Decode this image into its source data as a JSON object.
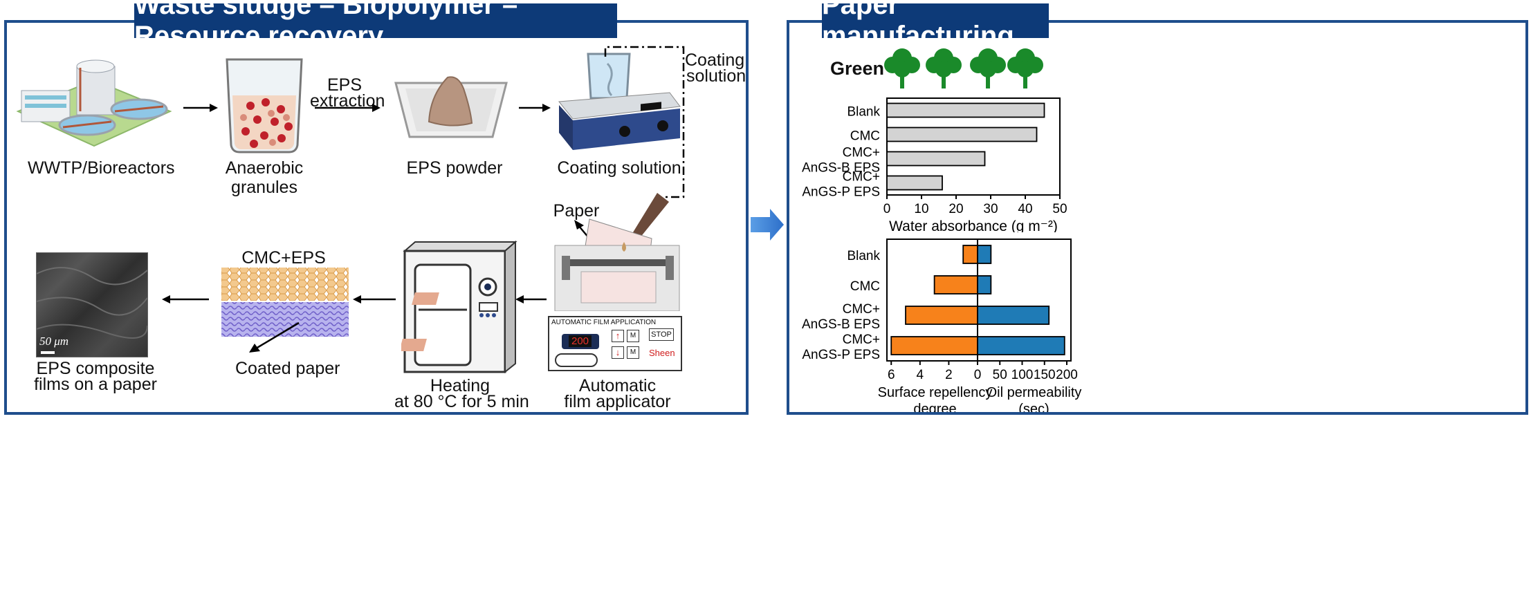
{
  "left_panel": {
    "title": "Waste sludge – Biopolymer – Resource recovery",
    "steps": {
      "wwtp": "WWTP/Bioreactors",
      "granules_line1": "Anaerobic",
      "granules_line2": "granules",
      "extraction_line1": "EPS",
      "extraction_line2": "extraction",
      "powder": "EPS powder",
      "coating": "Coating solution",
      "coating_side_line1": "Coating",
      "coating_side_line2": "solution",
      "paper": "Paper",
      "applicator_line1": "Automatic",
      "applicator_line2": "film applicator",
      "heating_line1": "Heating",
      "heating_line2": "at 80 °C for 5 min",
      "cmc_eps": "CMC+EPS",
      "coated_paper": "Coated paper",
      "films_line1": "EPS composite",
      "films_line2": "films on a paper",
      "scale_bar": "50 μm"
    },
    "device": {
      "panel_title": "AUTOMATIC FILM APPLICATION",
      "display_value": "200",
      "stop_label": "STOP",
      "brand": "Sheen",
      "m_label": "M"
    }
  },
  "right_panel": {
    "title": "Paper manufacturing",
    "green_label": "Green"
  },
  "chart_data": [
    {
      "type": "bar",
      "orientation": "horizontal",
      "categories": [
        "Blank",
        "CMC",
        "CMC+ AnGS-B EPS",
        "CMC+ AnGS-P EPS"
      ],
      "category_lines": [
        [
          "Blank"
        ],
        [
          "CMC"
        ],
        [
          "CMC+",
          "AnGS-B EPS"
        ],
        [
          "CMC+",
          "AnGS-P EPS"
        ]
      ],
      "values": [
        45.5,
        43.3,
        28.3,
        16.0
      ],
      "xlabel": "Water absorbance (g m⁻²)",
      "xlim": [
        0,
        50
      ],
      "xticks": [
        0,
        10,
        20,
        30,
        40,
        50
      ],
      "bar_color": "#d3d3d3",
      "grid": false
    },
    {
      "type": "bar",
      "orientation": "horizontal-diverging",
      "categories": [
        "Blank",
        "CMC",
        "CMC+ AnGS-B EPS",
        "CMC+ AnGS-P EPS"
      ],
      "category_lines": [
        [
          "Blank"
        ],
        [
          "CMC"
        ],
        [
          "CMC+",
          "AnGS-B EPS"
        ],
        [
          "CMC+",
          "AnGS-P EPS"
        ]
      ],
      "series": [
        {
          "values": [
            1,
            3,
            5,
            6
          ],
          "color": "#f7821b"
        },
        {
          "values": [
            30,
            30,
            160,
            195
          ],
          "color": "#1f7bb6"
        }
      ],
      "left_axis": {
        "label_line1": "Surface repellency",
        "label_line2": "degree",
        "xlim": [
          0,
          6.3
        ],
        "xticks": [
          6,
          4,
          2,
          0
        ]
      },
      "right_axis": {
        "label_line1": "Oil permeability",
        "label_line2": "(sec)",
        "xlim": [
          0,
          200
        ],
        "xticks": [
          50,
          100,
          150,
          200
        ],
        "zero_label": "0"
      },
      "grid": false
    }
  ]
}
